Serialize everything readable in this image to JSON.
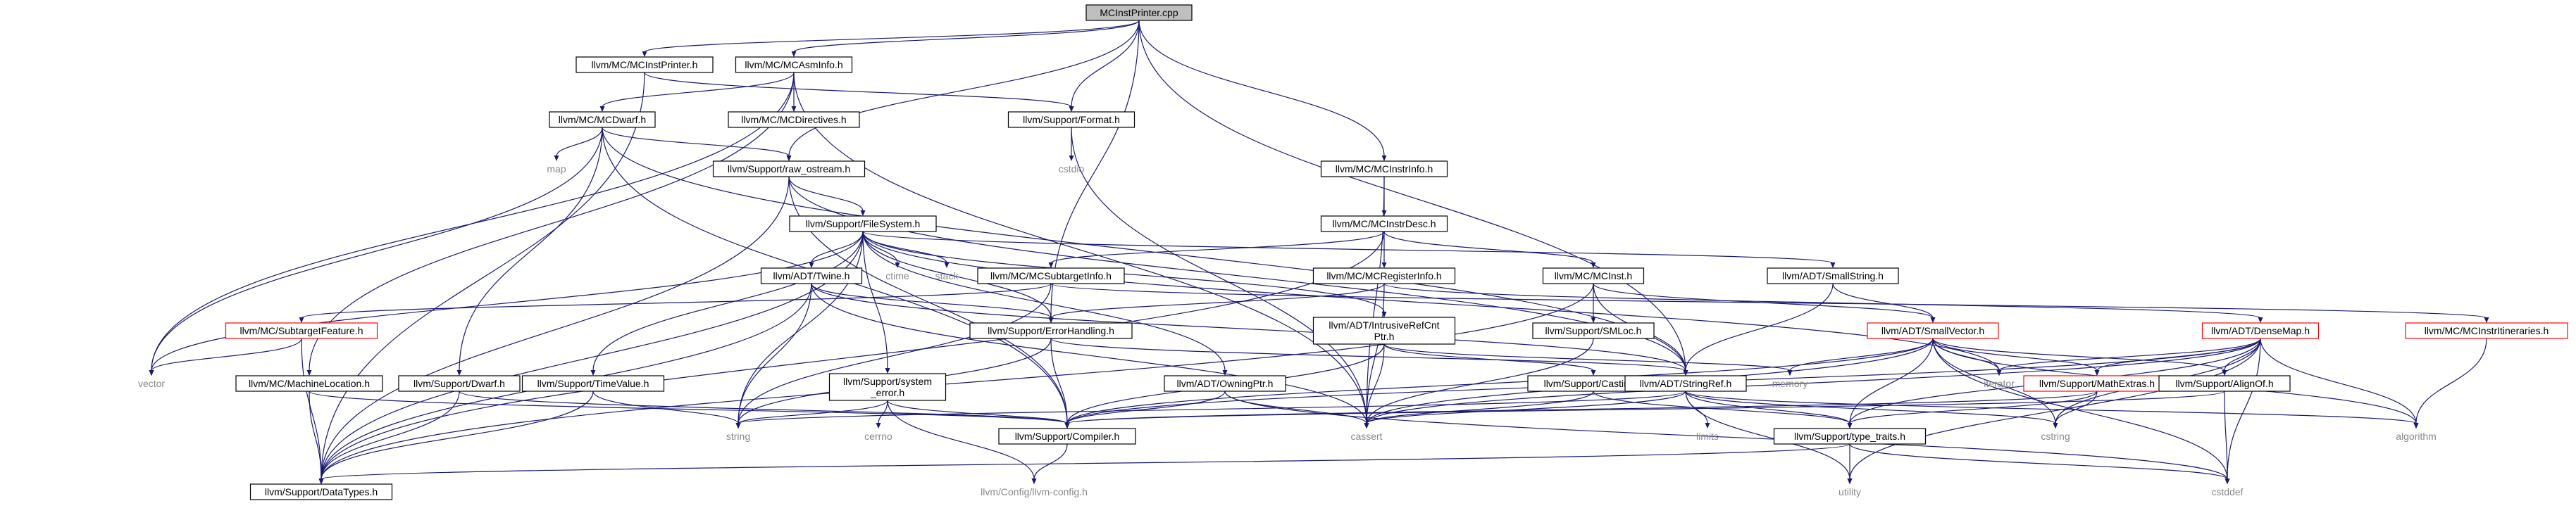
{
  "colors": {
    "edge": "#191970",
    "root_fill": "#bfbfbf",
    "node_border": "#000000",
    "incomplete_border": "#ff0000",
    "external_text": "#888888"
  },
  "nodes": [
    {
      "id": "root",
      "label": "MCInstPrinter.cpp",
      "kind": "root"
    },
    {
      "id": "mcinstprinter_h",
      "label": "llvm/MC/MCInstPrinter.h",
      "kind": "box"
    },
    {
      "id": "mcasminfo_h",
      "label": "llvm/MC/MCAsmInfo.h",
      "kind": "box"
    },
    {
      "id": "format_h",
      "label": "llvm/Support/Format.h",
      "kind": "box"
    },
    {
      "id": "mcinstrinfo_h",
      "label": "llvm/MC/MCInstrInfo.h",
      "kind": "box"
    },
    {
      "id": "mcdwarf_h",
      "label": "llvm/MC/MCDwarf.h",
      "kind": "box"
    },
    {
      "id": "mcdirectives_h",
      "label": "llvm/MC/MCDirectives.h",
      "kind": "box"
    },
    {
      "id": "map",
      "label": "map",
      "kind": "external"
    },
    {
      "id": "cstdio",
      "label": "cstdio",
      "kind": "external"
    },
    {
      "id": "raw_ostream_h",
      "label": "llvm/Support/raw_ostream.h",
      "kind": "box"
    },
    {
      "id": "mcinstrdesc_h",
      "label": "llvm/MC/MCInstrDesc.h",
      "kind": "box"
    },
    {
      "id": "filesystem_h",
      "label": "llvm/Support/FileSystem.h",
      "kind": "box"
    },
    {
      "id": "twine_h",
      "label": "llvm/ADT/Twine.h",
      "kind": "box"
    },
    {
      "id": "mcsubtargetinfo_h",
      "label": "llvm/MC/MCSubtargetInfo.h",
      "kind": "box"
    },
    {
      "id": "mcregisterinfo_h",
      "label": "llvm/MC/MCRegisterInfo.h",
      "kind": "box"
    },
    {
      "id": "mcinst_h",
      "label": "llvm/MC/MCInst.h",
      "kind": "box"
    },
    {
      "id": "smallstring_h",
      "label": "llvm/ADT/SmallString.h",
      "kind": "box"
    },
    {
      "id": "ctime",
      "label": "ctime",
      "kind": "external"
    },
    {
      "id": "stack",
      "label": "stack",
      "kind": "external"
    },
    {
      "id": "subtargetfeature_h",
      "label": "llvm/MC/SubtargetFeature.h",
      "kind": "incomplete"
    },
    {
      "id": "errorhandling_h",
      "label": "llvm/Support/ErrorHandling.h",
      "kind": "box"
    },
    {
      "id": "intrusiverefcntptr_h",
      "label": "llvm/ADT/IntrusiveRefCnt\nPtr.h",
      "kind": "box"
    },
    {
      "id": "smloc_h",
      "label": "llvm/Support/SMLoc.h",
      "kind": "box"
    },
    {
      "id": "smallvector_h",
      "label": "llvm/ADT/SmallVector.h",
      "kind": "incomplete"
    },
    {
      "id": "densemap_h",
      "label": "llvm/ADT/DenseMap.h",
      "kind": "incomplete"
    },
    {
      "id": "mcinstritineraries_h",
      "label": "llvm/MC/MCInstrItineraries.h",
      "kind": "incomplete"
    },
    {
      "id": "vector",
      "label": "vector",
      "kind": "external"
    },
    {
      "id": "mcmachinelocation_h",
      "label": "llvm/MC/MachineLocation.h",
      "kind": "box"
    },
    {
      "id": "dwarf_h",
      "label": "llvm/Support/Dwarf.h",
      "kind": "box"
    },
    {
      "id": "timevalue_h",
      "label": "llvm/Support/TimeValue.h",
      "kind": "box"
    },
    {
      "id": "system_error_h",
      "label": "llvm/Support/system\n_error.h",
      "kind": "box"
    },
    {
      "id": "owningptr_h",
      "label": "llvm/ADT/OwningPtr.h",
      "kind": "box"
    },
    {
      "id": "casting_h",
      "label": "llvm/Support/Casting.h",
      "kind": "box"
    },
    {
      "id": "stringref_h",
      "label": "llvm/ADT/StringRef.h",
      "kind": "box"
    },
    {
      "id": "memory",
      "label": "memory",
      "kind": "external"
    },
    {
      "id": "iterator",
      "label": "iterator",
      "kind": "external"
    },
    {
      "id": "mathextras_h",
      "label": "llvm/Support/MathExtras.h",
      "kind": "incomplete"
    },
    {
      "id": "alignof_h",
      "label": "llvm/Support/AlignOf.h",
      "kind": "box"
    },
    {
      "id": "algorithm",
      "label": "algorithm",
      "kind": "external"
    },
    {
      "id": "string",
      "label": "string",
      "kind": "external"
    },
    {
      "id": "cerrno",
      "label": "cerrno",
      "kind": "external"
    },
    {
      "id": "compiler_h",
      "label": "llvm/Support/Compiler.h",
      "kind": "box"
    },
    {
      "id": "cassert",
      "label": "cassert",
      "kind": "external"
    },
    {
      "id": "limits",
      "label": "limits",
      "kind": "external"
    },
    {
      "id": "type_traits_h",
      "label": "llvm/Support/type_traits.h",
      "kind": "box"
    },
    {
      "id": "cstring",
      "label": "cstring",
      "kind": "external"
    },
    {
      "id": "datatypes_h",
      "label": "llvm/Support/DataTypes.h",
      "kind": "box"
    },
    {
      "id": "llvm_config_h",
      "label": "llvm/Config/llvm-config.h",
      "kind": "external"
    },
    {
      "id": "utility",
      "label": "utility",
      "kind": "external"
    },
    {
      "id": "cstddef",
      "label": "cstddef",
      "kind": "external"
    }
  ],
  "edges": [
    [
      "root",
      "mcinstprinter_h"
    ],
    [
      "root",
      "mcasminfo_h"
    ],
    [
      "root",
      "format_h"
    ],
    [
      "root",
      "mcinstrinfo_h"
    ],
    [
      "root",
      "raw_ostream_h"
    ],
    [
      "root",
      "errorhandling_h"
    ],
    [
      "root",
      "stringref_h"
    ],
    [
      "mcinstprinter_h",
      "format_h"
    ],
    [
      "mcinstprinter_h",
      "datatypes_h"
    ],
    [
      "mcasminfo_h",
      "mcdwarf_h"
    ],
    [
      "mcasminfo_h",
      "mcdirectives_h"
    ],
    [
      "mcasminfo_h",
      "cassert"
    ],
    [
      "mcasminfo_h",
      "vector"
    ],
    [
      "mcasminfo_h",
      "mcmachinelocation_h"
    ],
    [
      "format_h",
      "cstdio"
    ],
    [
      "format_h",
      "cassert"
    ],
    [
      "mcinstrinfo_h",
      "mcinstrdesc_h"
    ],
    [
      "mcinstrinfo_h",
      "cassert"
    ],
    [
      "mcdwarf_h",
      "map"
    ],
    [
      "mcdwarf_h",
      "raw_ostream_h"
    ],
    [
      "mcdwarf_h",
      "vector"
    ],
    [
      "mcdwarf_h",
      "dwarf_h"
    ],
    [
      "mcdwarf_h",
      "stringref_h"
    ],
    [
      "mcdwarf_h",
      "compiler_h"
    ],
    [
      "raw_ostream_h",
      "filesystem_h"
    ],
    [
      "raw_ostream_h",
      "stringref_h"
    ],
    [
      "raw_ostream_h",
      "compiler_h"
    ],
    [
      "raw_ostream_h",
      "datatypes_h"
    ],
    [
      "mcinstrdesc_h",
      "mcsubtargetinfo_h"
    ],
    [
      "mcinstrdesc_h",
      "mcregisterinfo_h"
    ],
    [
      "mcinstrdesc_h",
      "mcinst_h"
    ],
    [
      "mcinstrdesc_h",
      "datatypes_h"
    ],
    [
      "filesystem_h",
      "twine_h"
    ],
    [
      "filesystem_h",
      "ctime"
    ],
    [
      "filesystem_h",
      "stack"
    ],
    [
      "filesystem_h",
      "smallstring_h"
    ],
    [
      "filesystem_h",
      "intrusiverefcntptr_h"
    ],
    [
      "filesystem_h",
      "owningptr_h"
    ],
    [
      "filesystem_h",
      "system_error_h"
    ],
    [
      "filesystem_h",
      "timevalue_h"
    ],
    [
      "filesystem_h",
      "errorhandling_h"
    ],
    [
      "filesystem_h",
      "datatypes_h"
    ],
    [
      "filesystem_h",
      "string"
    ],
    [
      "filesystem_h",
      "vector"
    ],
    [
      "filesystem_h",
      "iterator"
    ],
    [
      "twine_h",
      "stringref_h"
    ],
    [
      "twine_h",
      "errorhandling_h"
    ],
    [
      "twine_h",
      "string"
    ],
    [
      "twine_h",
      "cassert"
    ],
    [
      "twine_h",
      "datatypes_h"
    ],
    [
      "mcsubtargetinfo_h",
      "subtargetfeature_h"
    ],
    [
      "mcsubtargetinfo_h",
      "mcinstritineraries_h"
    ],
    [
      "mcsubtargetinfo_h",
      "string"
    ],
    [
      "mcregisterinfo_h",
      "errorhandling_h"
    ],
    [
      "mcregisterinfo_h",
      "densemap_h"
    ],
    [
      "mcregisterinfo_h",
      "cassert"
    ],
    [
      "mcinst_h",
      "smloc_h"
    ],
    [
      "mcinst_h",
      "smallvector_h"
    ],
    [
      "mcinst_h",
      "stringref_h"
    ],
    [
      "mcinst_h",
      "datatypes_h"
    ],
    [
      "smallstring_h",
      "smallvector_h"
    ],
    [
      "smallstring_h",
      "stringref_h"
    ],
    [
      "subtargetfeature_h",
      "vector"
    ],
    [
      "subtargetfeature_h",
      "datatypes_h"
    ],
    [
      "errorhandling_h",
      "compiler_h"
    ],
    [
      "errorhandling_h",
      "stringref_h"
    ],
    [
      "errorhandling_h",
      "string"
    ],
    [
      "intrusiverefcntptr_h",
      "casting_h"
    ],
    [
      "intrusiverefcntptr_h",
      "compiler_h"
    ],
    [
      "intrusiverefcntptr_h",
      "memory"
    ],
    [
      "intrusiverefcntptr_h",
      "cassert"
    ],
    [
      "smloc_h",
      "cassert"
    ],
    [
      "smallvector_h",
      "alignof_h"
    ],
    [
      "smallvector_h",
      "compiler_h"
    ],
    [
      "smallvector_h",
      "mathextras_h"
    ],
    [
      "smallvector_h",
      "type_traits_h"
    ],
    [
      "smallvector_h",
      "algorithm"
    ],
    [
      "smallvector_h",
      "cassert"
    ],
    [
      "smallvector_h",
      "cstddef"
    ],
    [
      "smallvector_h",
      "cstring"
    ],
    [
      "smallvector_h",
      "iterator"
    ],
    [
      "smallvector_h",
      "memory"
    ],
    [
      "densemap_h",
      "alignof_h"
    ],
    [
      "densemap_h",
      "compiler_h"
    ],
    [
      "densemap_h",
      "mathextras_h"
    ],
    [
      "densemap_h",
      "type_traits_h"
    ],
    [
      "densemap_h",
      "algorithm"
    ],
    [
      "densemap_h",
      "cassert"
    ],
    [
      "densemap_h",
      "cstddef"
    ],
    [
      "densemap_h",
      "cstring"
    ],
    [
      "densemap_h",
      "iterator"
    ],
    [
      "densemap_h",
      "utility"
    ],
    [
      "mcinstritineraries_h",
      "algorithm"
    ],
    [
      "mcmachinelocation_h",
      "compiler_h"
    ],
    [
      "mcmachinelocation_h",
      "datatypes_h"
    ],
    [
      "dwarf_h",
      "compiler_h"
    ],
    [
      "dwarf_h",
      "datatypes_h"
    ],
    [
      "timevalue_h",
      "datatypes_h"
    ],
    [
      "timevalue_h",
      "string"
    ],
    [
      "system_error_h",
      "compiler_h"
    ],
    [
      "system_error_h",
      "cerrno"
    ],
    [
      "system_error_h",
      "string"
    ],
    [
      "system_error_h",
      "llvm_config_h"
    ],
    [
      "owningptr_h",
      "compiler_h"
    ],
    [
      "owningptr_h",
      "cassert"
    ],
    [
      "owningptr_h",
      "cstddef"
    ],
    [
      "casting_h",
      "type_traits_h"
    ],
    [
      "casting_h",
      "cassert"
    ],
    [
      "stringref_h",
      "type_traits_h"
    ],
    [
      "stringref_h",
      "algorithm"
    ],
    [
      "stringref_h",
      "cassert"
    ],
    [
      "stringref_h",
      "cstring"
    ],
    [
      "stringref_h",
      "limits"
    ],
    [
      "stringref_h",
      "string"
    ],
    [
      "stringref_h",
      "utility"
    ],
    [
      "mathextras_h",
      "type_traits_h"
    ],
    [
      "mathextras_h",
      "compiler_h"
    ],
    [
      "mathextras_h",
      "cstring"
    ],
    [
      "alignof_h",
      "compiler_h"
    ],
    [
      "alignof_h",
      "cstddef"
    ],
    [
      "compiler_h",
      "llvm_config_h"
    ],
    [
      "type_traits_h",
      "datatypes_h"
    ],
    [
      "type_traits_h",
      "utility"
    ],
    [
      "type_traits_h",
      "cstddef"
    ]
  ]
}
